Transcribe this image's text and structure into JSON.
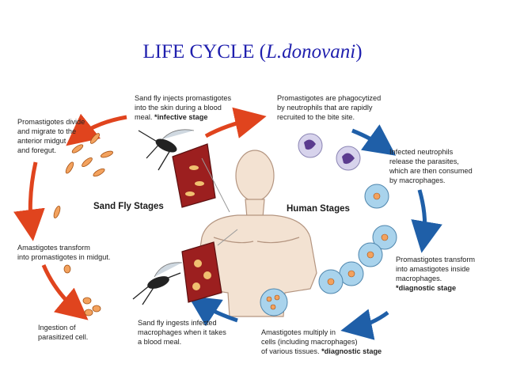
{
  "title": {
    "main": "LIFE  CYCLE (",
    "organism": "L.donovani",
    "close": ")"
  },
  "stages": {
    "sand_fly": "Sand Fly Stages",
    "human": "Human Stages"
  },
  "labels": {
    "injects": {
      "text": "Sand fly injects promastigotes\ninto the skin during a blood\nmeal. ",
      "bold": "*infective stage"
    },
    "phagocytized": {
      "text": "Promastigotes are phagocytized\nby neutrophils that are rapidly\nrecruited to the bite site."
    },
    "neutrophils": {
      "text": "Infected neutrophils\nrelease the parasites,\nwhich are then consumed\nby macrophages."
    },
    "transform_human": {
      "text": "Promastigotes transform\ninto amastigotes inside\nmacrophages.\n",
      "bold": "*diagnostic stage"
    },
    "multiply": {
      "text": "Amastigotes multiply in\ncells (including macrophages)\nof various tissues. ",
      "bold": "*diagnostic stage"
    },
    "ingests": {
      "text": "Sand fly ingests infected\nmacrophages when it takes\na blood meal."
    },
    "ingestion": {
      "text": "Ingestion of\nparasitized cell."
    },
    "transform_midgut": {
      "text": "Amastigotes transform\ninto promastigotes in midgut."
    },
    "divide": {
      "text": "Promastigotes divide\nand migrate to the\nanterior midgut\nand foregut."
    }
  },
  "colors": {
    "title": "#1f1fae",
    "sandfly_arrow": "#e0441e",
    "human_arrow": "#1f5fa8",
    "macrophage": "#a9d3ec",
    "nucleus": "#5b3c8f",
    "blood": "#8c1c1c"
  }
}
